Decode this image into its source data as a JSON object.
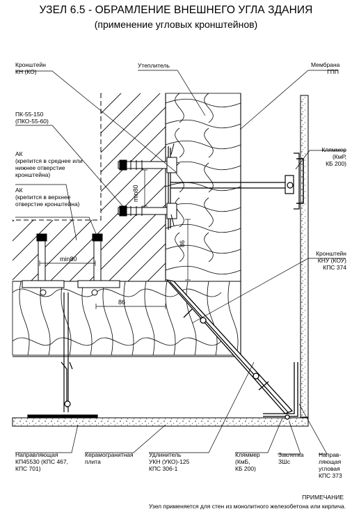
{
  "title": {
    "line1": "УЗЕЛ 6.5 - ОБРАМЛЕНИЕ ВНЕШНЕГО УГЛА ЗДАНИЯ",
    "line2": "(применение угловых кронштейнов)"
  },
  "callouts": {
    "bracket_kn": {
      "line1": "Кронштейн",
      "line2": "КН (КО)"
    },
    "insulation": {
      "line1": "Утеплитель"
    },
    "membrane": {
      "line1": "Мембрана",
      "line2": "ГПП"
    },
    "pk": {
      "line1": "ПК-55-150",
      "line2": "(ПКО-55-60)"
    },
    "ak_middle": {
      "line1": "АК",
      "line2": "(крепится в среднее или",
      "line3": "нижнее отверстие",
      "line4": "кронштейна)"
    },
    "ak_top": {
      "line1": "АК",
      "line2": "(крепится в верхнее",
      "line3": "отверстие кронштейна)"
    },
    "clamp_kmr": {
      "line1": "Кляммер",
      "line2": "(КмР,",
      "line3": "КБ 200)"
    },
    "bracket_knu": {
      "line1": "Кронштейн",
      "line2": "КНУ (КОУ)",
      "line3": "КПС 374"
    },
    "guide": {
      "line1": "Направляющая",
      "line2": "КП45530 (КПС 467,",
      "line3": "КПС 701)"
    },
    "tile": {
      "line1": "Керамогранитная",
      "line2": "плита"
    },
    "extender": {
      "line1": "Удлинитель",
      "line2": "УКН (УКО)-125",
      "line3": "КПС 306-1"
    },
    "clamp_kmb": {
      "line1": "Кляммер",
      "line2": "(КмБ,",
      "line3": "КБ 200)"
    },
    "rivet": {
      "line1": "Заклепка",
      "line2": "ЗШс"
    },
    "corner_guide": {
      "line1": "Направ-",
      "line2": "ляющая",
      "line3": "угловая",
      "line4": "КПС 373"
    }
  },
  "dimensions": {
    "min80_vertical": "min80",
    "min80_horizontal": "min80",
    "d86_vertical": "86",
    "d86_horizontal": "86"
  },
  "note": {
    "heading": "ПРИМЕЧАНИЕ",
    "text": "Узел применяется для стен из монолитного железобетона или кирпича."
  },
  "colors": {
    "ink": "#000000",
    "paper": "#ffffff"
  }
}
